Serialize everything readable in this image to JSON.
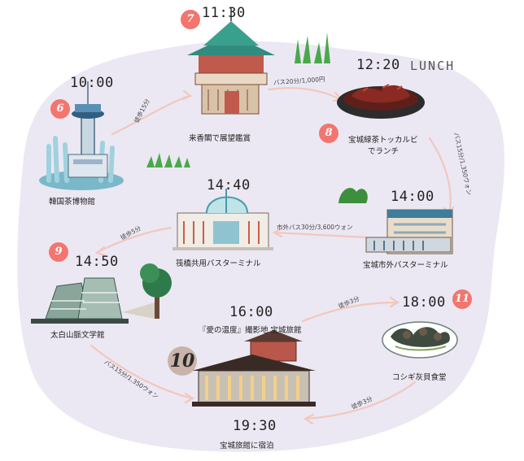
{
  "stops": [
    {
      "num": "6",
      "time": "10:00",
      "name": "韓国茶博物館"
    },
    {
      "num": "7",
      "time": "11:30",
      "name": "来香閣で展望鑑賞"
    },
    {
      "num": "8",
      "time": "12:20",
      "name_line1": "宝城緑茶トッカルビ",
      "name_line2": "でランチ",
      "tag": "LUNCH"
    },
    {
      "time": "14:00",
      "name": "宝城市外バスターミナル"
    },
    {
      "time": "14:40",
      "name": "筏橋共用バスターミナル"
    },
    {
      "num": "9",
      "time": "14:50",
      "name": "太白山脈文学館"
    },
    {
      "num": "10",
      "time": "16:00",
      "name": "『愛の温度』撮影地 宝城旅館"
    },
    {
      "num": "11",
      "time": "18:00",
      "name": "コシギ灰貝食堂"
    },
    {
      "time": "19:30",
      "name": "宝城旅館に宿泊"
    }
  ],
  "routes": {
    "r1": "徒歩15分",
    "r2": "バス20分/1,000円",
    "r3": "バス15分/1,350ウォン",
    "r4": "市外バス30分/3,600ウォン",
    "r5": "徒歩5分",
    "r6": "バス15分/1,350ウォン",
    "r7": "徒歩3分",
    "r8": "徒歩3分"
  },
  "colors": {
    "blob": "#ebe8f3",
    "route": "#f2c7bd",
    "badge": "#f2766f",
    "badge_big": "#c9b3aa"
  }
}
